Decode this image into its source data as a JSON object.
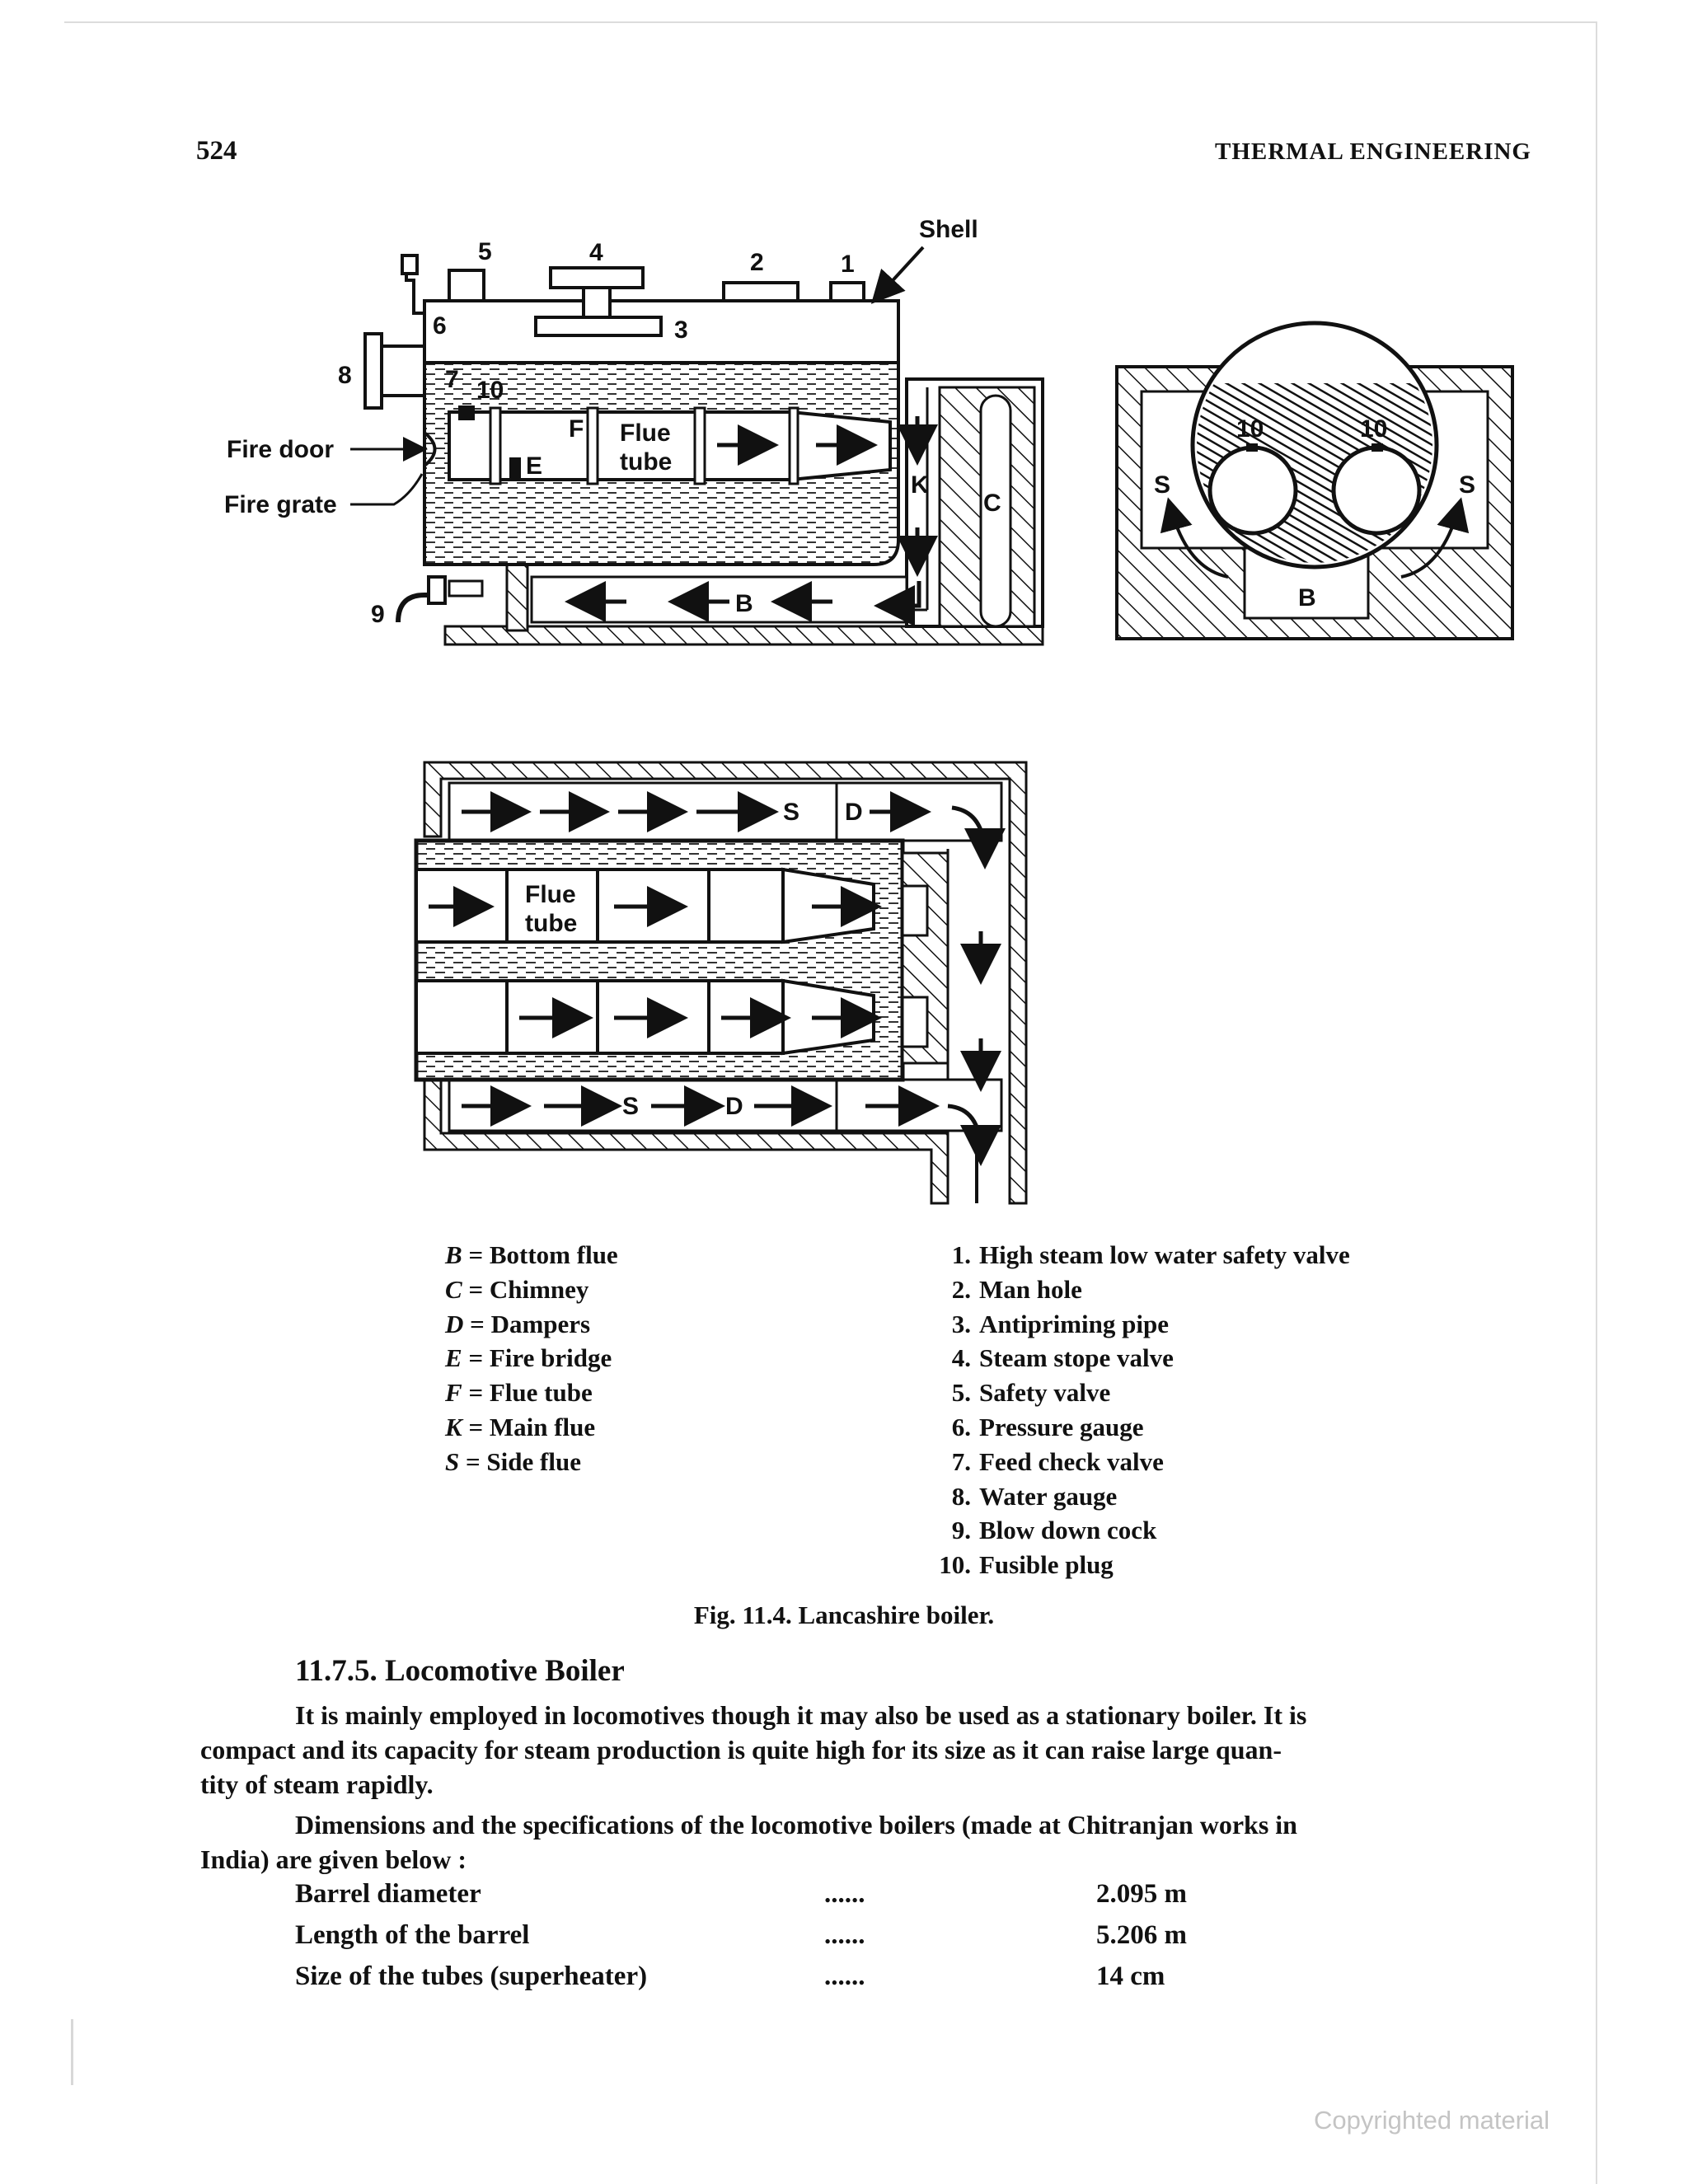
{
  "header": {
    "page_number": "524",
    "running_title": "THERMAL ENGINEERING"
  },
  "figure": {
    "labels": {
      "shell": "Shell",
      "n1": "1",
      "n2": "2",
      "n3": "3",
      "n4": "4",
      "n5": "5",
      "n6": "6",
      "n7": "7",
      "n8": "8",
      "n9": "9",
      "n10": "10",
      "fire_door": "Fire door",
      "fire_grate": "Fire grate",
      "F": "F",
      "E": "E",
      "K": "K",
      "C": "C",
      "B": "B",
      "S": "S",
      "D": "D",
      "flue": "Flue",
      "tube": "tube"
    },
    "legend_left": [
      {
        "key": "B",
        "text": "Bottom flue"
      },
      {
        "key": "C",
        "text": "Chimney"
      },
      {
        "key": "D",
        "text": "Dampers"
      },
      {
        "key": "E",
        "text": "Fire bridge"
      },
      {
        "key": "F",
        "text": "Flue tube"
      },
      {
        "key": "K",
        "text": "Main flue"
      },
      {
        "key": "S",
        "text": "Side flue"
      }
    ],
    "legend_right": [
      {
        "num": "1.",
        "text": "High steam low water safety valve"
      },
      {
        "num": "2.",
        "text": "Man hole"
      },
      {
        "num": "3.",
        "text": "Antipriming pipe"
      },
      {
        "num": "4.",
        "text": "Steam stope valve"
      },
      {
        "num": "5.",
        "text": "Safety valve"
      },
      {
        "num": "6.",
        "text": "Pressure gauge"
      },
      {
        "num": "7.",
        "text": "Feed check valve"
      },
      {
        "num": "8.",
        "text": "Water gauge"
      },
      {
        "num": "9.",
        "text": "Blow down cock"
      },
      {
        "num": "10.",
        "text": "Fusible plug"
      }
    ],
    "caption": "Fig. 11.4. Lancashire boiler."
  },
  "section": {
    "heading": "11.7.5. Locomotive Boiler",
    "para1": {
      "l1": "It is mainly employed in locomotives though it may also be used as a stationary boiler. It is",
      "l2": "compact and its capacity for steam production is quite high for its size as it can raise large quan-",
      "l3": "tity of steam rapidly."
    },
    "para2": {
      "l1": "Dimensions and the specifications of the locomotive boilers (made at Chitranjan works in",
      "l2": "India) are given below :"
    },
    "specs": [
      {
        "name": "Barrel diameter",
        "dots": "......",
        "value": "2.095 m"
      },
      {
        "name": "Length of the barrel",
        "dots": "......",
        "value": "5.206 m"
      },
      {
        "name": "Size of the tubes (superheater)",
        "dots": "......",
        "value": "14 cm"
      }
    ]
  },
  "footer": {
    "watermark": "Copyrighted material"
  }
}
